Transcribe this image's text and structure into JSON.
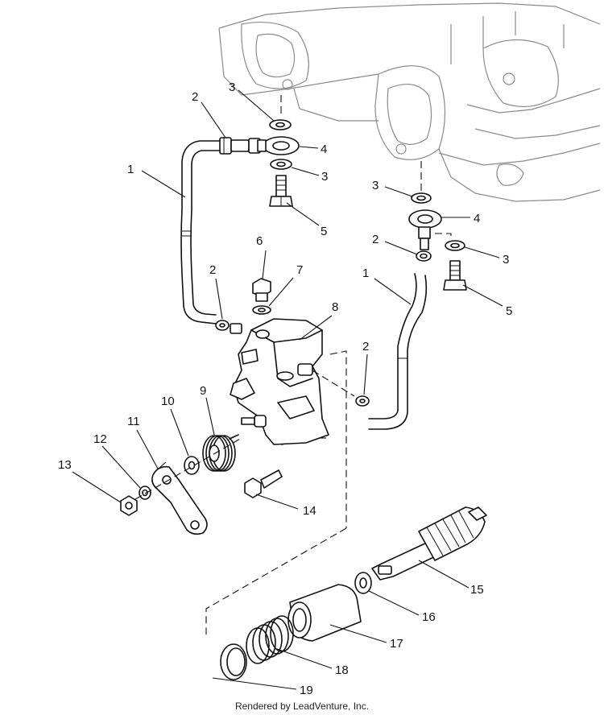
{
  "callouts": {
    "c1a": "1",
    "c1b": "1",
    "c2a": "2",
    "c2b": "2",
    "c2c": "2",
    "c2d": "2",
    "c3a": "3",
    "c3b": "3",
    "c3c": "3",
    "c3d": "3",
    "c4a": "4",
    "c4b": "4",
    "c5a": "5",
    "c5b": "5",
    "c6": "6",
    "c7": "7",
    "c8": "8",
    "c9": "9",
    "c10": "10",
    "c11": "11",
    "c12": "12",
    "c13": "13",
    "c14": "14",
    "c15": "15",
    "c16": "16",
    "c17": "17",
    "c18": "18",
    "c19": "19"
  },
  "credit": "Rendered by LeadVenture, Inc."
}
